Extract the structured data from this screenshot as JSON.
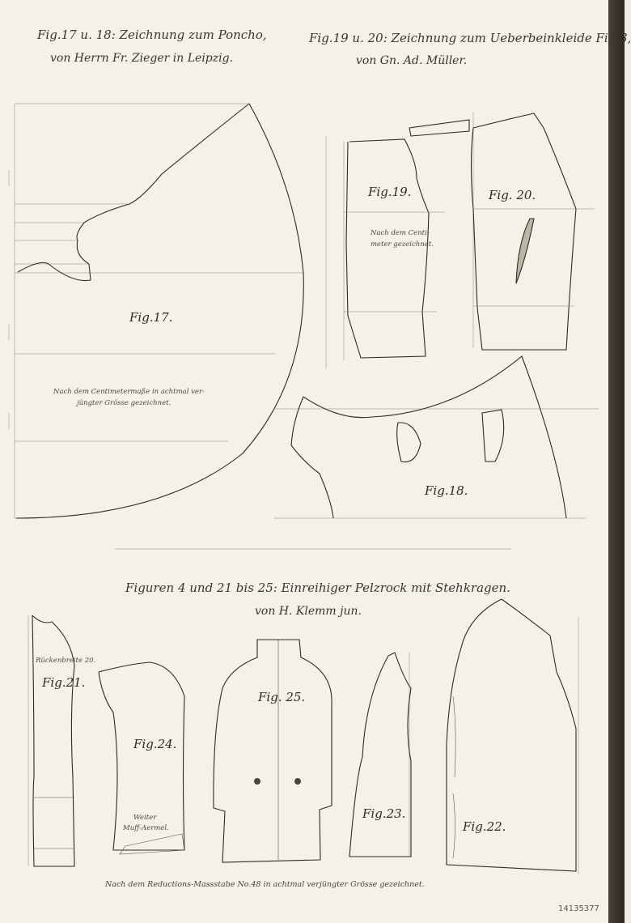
{
  "header": {
    "left_title": "Fig.17 u. 18: Zeichnung zum Poncho,",
    "left_author": "von Herrn Fr. Zieger in Leipzig.",
    "right_title": "Fig.19 u. 20: Zeichnung zum Ueberbeinkleide Fig.3,",
    "right_author": "von Gn. Ad. Müller."
  },
  "figures_top": {
    "fig17": "Fig.17.",
    "fig17_note_line1": "Nach dem Centimetermaße in achtmal ver-",
    "fig17_note_line2": "jüngter Grösse gezeichnet.",
    "fig18": "Fig.18.",
    "fig19": "Fig.19.",
    "fig19_note_line1": "Nach dem Centi-",
    "fig19_note_line2": "meter gezeichnet.",
    "fig20": "Fig. 20."
  },
  "section2": {
    "title": "Figuren 4 und 21 bis 25: Einreihiger Pelzrock mit Stehkragen.",
    "author": "von H. Klemm jun.",
    "fig21": "Fig.21.",
    "fig21_note": "Rückenbreite 20.",
    "fig22": "Fig.22.",
    "fig23": "Fig.23.",
    "fig24": "Fig.24.",
    "fig24_note_line1": "Weiter",
    "fig24_note_line2": "Muff-Aermel.",
    "fig25": "Fig. 25.",
    "footer": "Nach dem Reductions-Massstabe No.48 in achtmal verjüngter Grösse gezeichnet."
  },
  "archive_number": "14135377"
}
